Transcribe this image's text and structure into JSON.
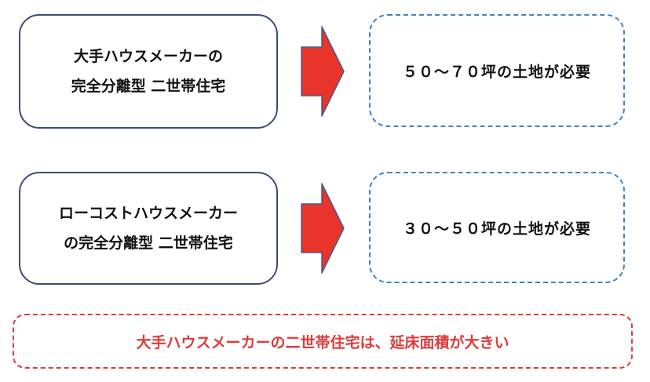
{
  "rows": [
    {
      "source_lines": [
        "大手ハウスメーカーの",
        "完全分離型 二世帯住宅"
      ],
      "result": "５０～７０坪の土地が必要"
    },
    {
      "source_lines": [
        "ローコストハウスメーカー",
        "の完全分離型 二世帯住宅"
      ],
      "result": "３０～５０坪の土地が必要"
    }
  ],
  "note": "大手ハウスメーカーの二世帯住宅は、延床面積が大きい",
  "colors": {
    "source_border": "#3a4c7a",
    "result_border": "#3f83c0",
    "arrow_fill": "#e8342a",
    "arrow_stroke": "#4a5a8a",
    "note_color": "#e03a3a"
  }
}
